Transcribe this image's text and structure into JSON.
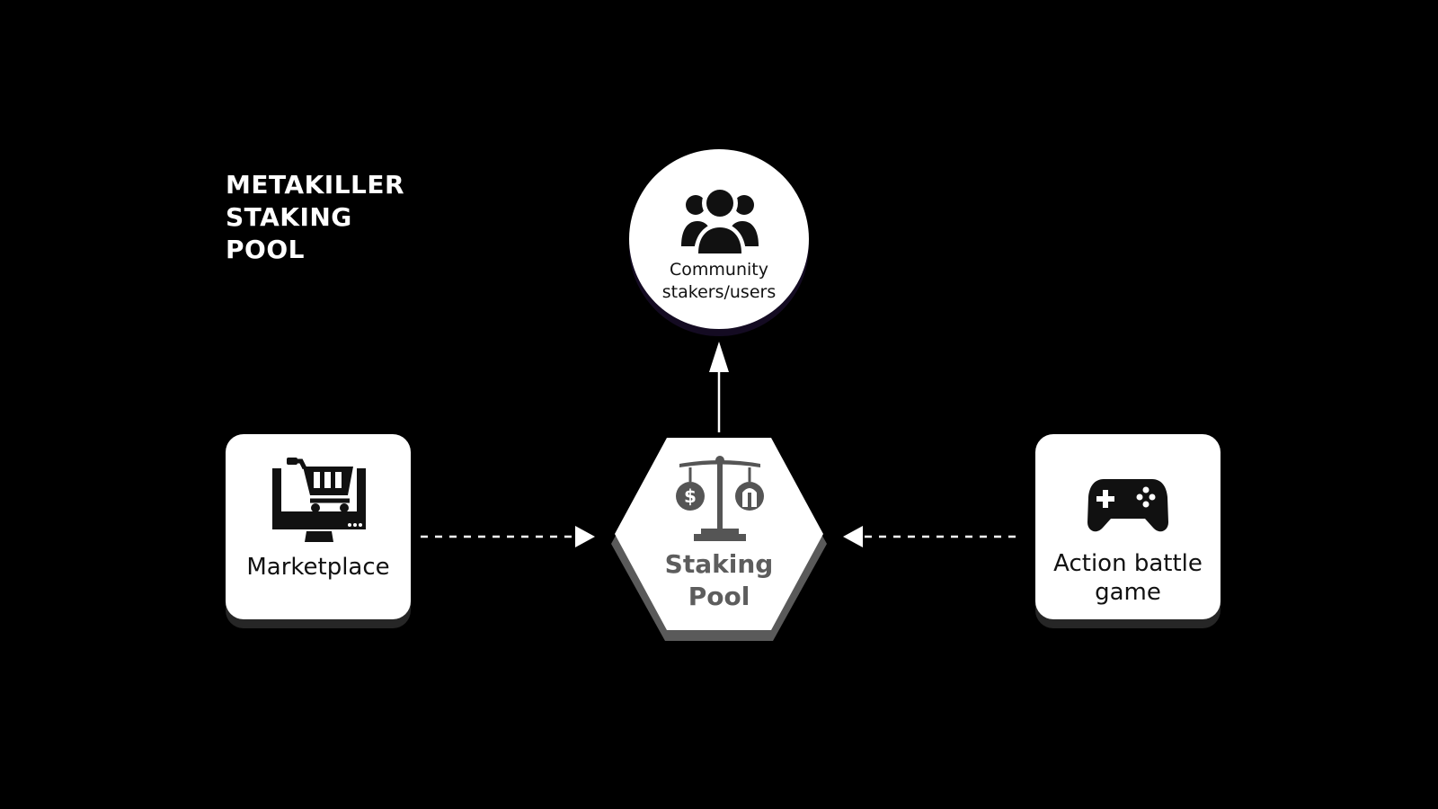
{
  "title_lines": [
    "METAKILLER",
    "STAKING",
    "POOL"
  ],
  "nodes": {
    "community": {
      "label_lines": [
        "Community",
        "stakers/users"
      ],
      "icon": "users-group-icon"
    },
    "staking_pool": {
      "label_lines": [
        "Staking",
        "Pool"
      ],
      "icon": "balance-scale-icon"
    },
    "marketplace": {
      "label_lines": [
        "Marketplace"
      ],
      "icon": "monitor-cart-icon"
    },
    "game": {
      "label_lines": [
        "Action battle",
        "game"
      ],
      "icon": "gamepad-icon"
    }
  },
  "edges": [
    {
      "from": "marketplace",
      "to": "staking_pool",
      "style": "dashed"
    },
    {
      "from": "game",
      "to": "staking_pool",
      "style": "dashed"
    },
    {
      "from": "staking_pool",
      "to": "community",
      "style": "solid"
    }
  ],
  "colors": {
    "background": "#000000",
    "node_fill": "#ffffff",
    "hex_label": "#5d5d5d",
    "connector": "#ffffff"
  }
}
